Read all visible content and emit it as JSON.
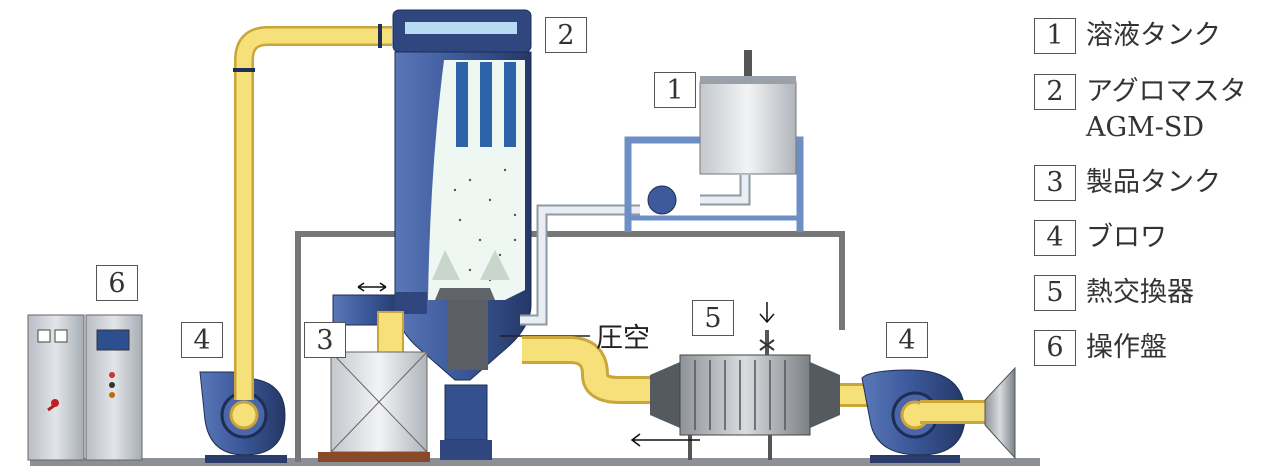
{
  "callouts": [
    {
      "id": "2",
      "label": "2"
    },
    {
      "id": "1",
      "label": "1"
    },
    {
      "id": "6",
      "label": "6"
    },
    {
      "id": "4a",
      "label": "4"
    },
    {
      "id": "3",
      "label": "3"
    },
    {
      "id": "5",
      "label": "5"
    },
    {
      "id": "4b",
      "label": "4"
    }
  ],
  "air_label": "圧空",
  "legend": [
    {
      "num": "1",
      "text": "溶液タンク"
    },
    {
      "num": "2",
      "text": "アグロマスタ",
      "subtext": "AGM-SD"
    },
    {
      "num": "3",
      "text": "製品タンク"
    },
    {
      "num": "4",
      "text": "ブロワ"
    },
    {
      "num": "5",
      "text": "熱交換器"
    },
    {
      "num": "6",
      "text": "操作盤"
    }
  ],
  "colors": {
    "pipe_yellow": "#f6e079",
    "pipe_yellow_edge": "#c9a53a",
    "vessel_blue": "#3d5a9c",
    "vessel_dark": "#2b4278",
    "frame_blue": "#6d8fc6",
    "panel_gray": "#c9ced4"
  }
}
